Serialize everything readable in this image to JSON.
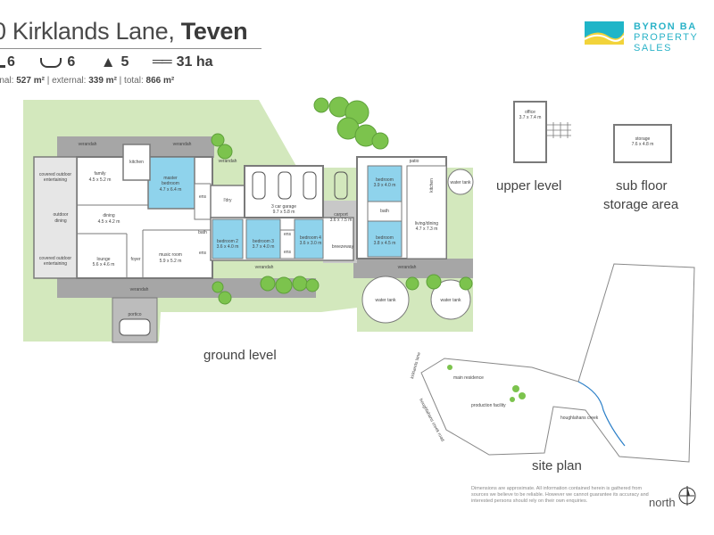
{
  "header": {
    "address_plain": "0 Kirklands Lane, ",
    "address_bold": "Teven",
    "beds": "6",
    "baths": "6",
    "cars": "5",
    "land": "31 ha",
    "area_internal_label": "rnal: ",
    "area_internal": "527 m²",
    "area_external_label": " | external: ",
    "area_external": "339 m²",
    "area_total_label": " | total: ",
    "area_total": "866 m²"
  },
  "brand": {
    "line1": "BYRON BA",
    "line2": "PROPERTY",
    "line3": "SALES",
    "color": "#2bb3c8"
  },
  "labels": {
    "ground_level": "ground level",
    "upper_level": "upper level",
    "sub_floor": "sub floor",
    "storage_area": "storage area",
    "site_plan": "site plan",
    "north": "north"
  },
  "rooms": {
    "verandah": "verandah",
    "family": "family",
    "family_size": "4.5 x 5.2 m",
    "kitchen": "kitchen",
    "master": "master",
    "master2": "bedroom",
    "master_size": "4.7 x 6.4 m",
    "covered1": "covered outdoor",
    "covered2": "entertaining",
    "outdoor1": "outdoor",
    "outdoor2": "dining",
    "dining": "dining",
    "dining_size": "4.5 x 4.2 m",
    "lounge": "lounge",
    "lounge_size": "5.6 x 4.6 m",
    "foyer": "foyer",
    "music": "music room",
    "music_size": "5.9 x 5.2 m",
    "ens": "ens",
    "ldry": "l'dry",
    "bath": "bath",
    "bed2": "bedroom 2",
    "bed2_size": "3.6 x 4.0 m",
    "bed3": "bedroom 3",
    "bed3_size": "3.7 x 4.0 m",
    "bed4": "bedroom 4",
    "bed4_size": "3.6 x 3.0 m",
    "garage": "3 car garage",
    "garage_size": "9.7 x 5.8 m",
    "carport": "carport",
    "carport_size": "3.6 x 7.5 m",
    "breezeway": "breezeway",
    "bedroom": "bedroom",
    "bed5_size": "3.9 x 4.0 m",
    "bed6_size": "3.8 x 4.5 m",
    "patio": "patio",
    "living": "living/dining",
    "living_size": "4.7 x 7.3 m",
    "water_tank": "water tank",
    "portico": "portico",
    "office": "office",
    "office_size": "3.7 x 7.4 m",
    "storage": "storage",
    "storage_size": "7.6 x 4.8 m"
  },
  "site": {
    "main_residence": "main residence",
    "production_facility": "production facility",
    "creek": "houghlahans creek",
    "road1": "kirklands lane",
    "road2": "houghlahans creek road"
  },
  "disclaimer": "Dimensions are approximate. All information contained herein is gathered from sources we believe to be reliable. However we cannot guarantee its accuracy and interested persons should rely on their own enquiries.",
  "colors": {
    "grass": "#cfe5b8",
    "blue_room": "#8fd3ec",
    "wall": "#7a7a7a",
    "verandah": "#9c9c9c",
    "tree": "#7cc34d"
  }
}
